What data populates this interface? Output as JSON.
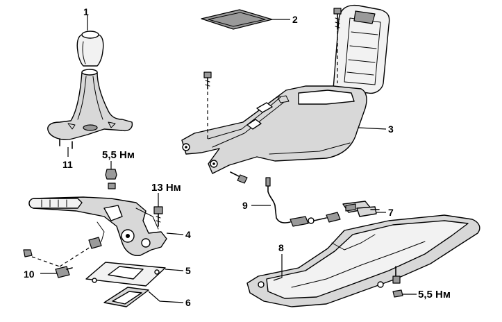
{
  "diagram": {
    "callouts": [
      {
        "id": "1",
        "text": "1"
      },
      {
        "id": "2",
        "text": "2"
      },
      {
        "id": "3",
        "text": "3"
      },
      {
        "id": "4",
        "text": "4"
      },
      {
        "id": "5",
        "text": "5"
      },
      {
        "id": "6",
        "text": "6"
      },
      {
        "id": "7",
        "text": "7"
      },
      {
        "id": "8",
        "text": "8"
      },
      {
        "id": "9",
        "text": "9"
      },
      {
        "id": "10",
        "text": "10"
      },
      {
        "id": "11",
        "text": "11"
      }
    ],
    "torques": {
      "shifter_nut": "5,5 Нм",
      "lever_bolt": "13 Нм",
      "tray_nut": "5,5 Нм"
    }
  }
}
